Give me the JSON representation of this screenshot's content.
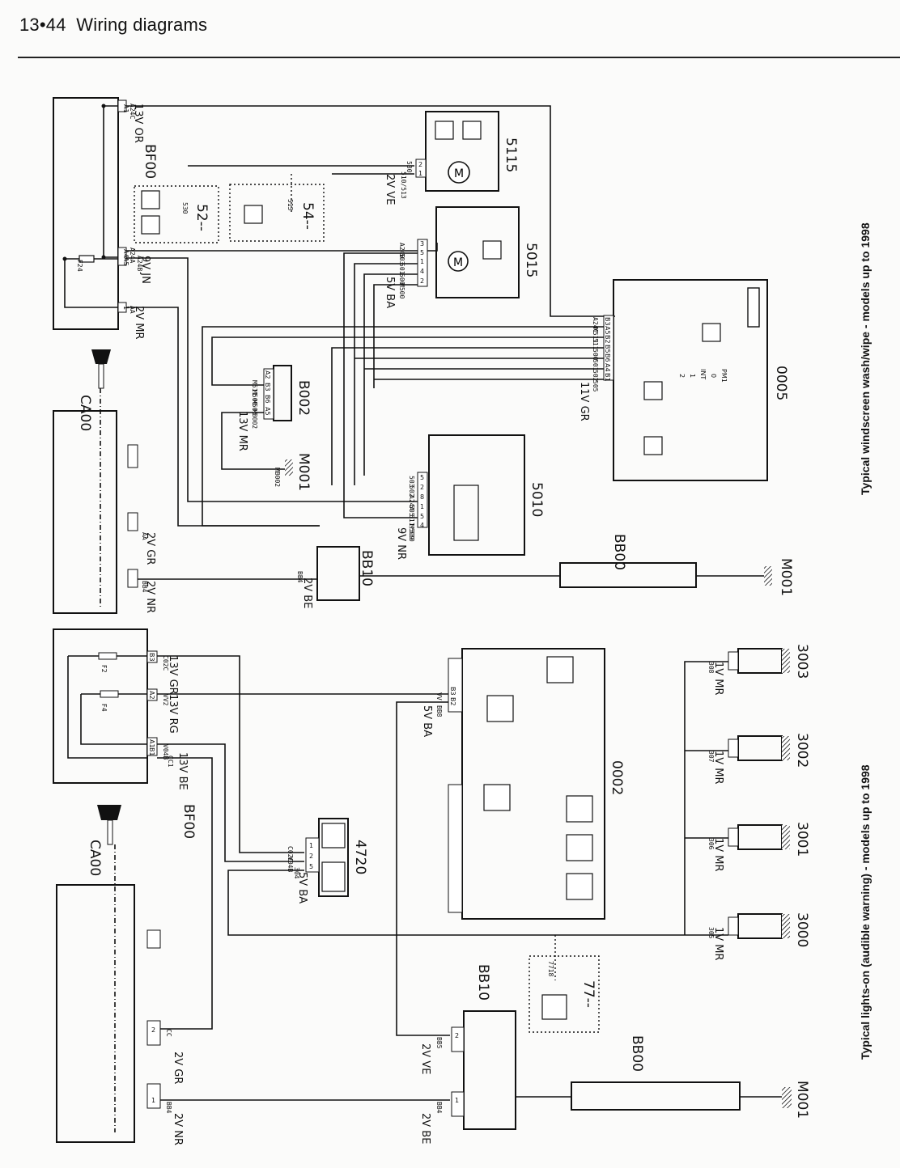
{
  "header": {
    "page_number": "13•44",
    "title": "Wiring diagrams"
  },
  "diagrams": [
    {
      "id": "wash-wipe",
      "caption": "Typical windscreen wash/wipe - models up to 1998",
      "components": {
        "fusebox": "BF00",
        "fuse": "F24",
        "ignition_switch": "CA00",
        "washer_pump": "5115",
        "wiper_motor": "5015",
        "stalk_switch": "0005",
        "interval_relay": "5010",
        "junction": "B002",
        "earth_a": "M001",
        "earth_b": "M001",
        "connector_box": "BB10",
        "battery": "BB00"
      },
      "connectors": {
        "bf00_top": "13V OR",
        "bf00_mid": "9V JN",
        "bf00_bot": "2V MR",
        "washer": "2V VE",
        "wiper": "5V BA",
        "stalk": "11V GR",
        "b002": "13V MR",
        "relay": "9V NR",
        "ca00_gr": "2V GR",
        "ca00_nr": "2V NR",
        "bb10": "2V BE"
      },
      "pins": {
        "bf00": [
          "A1",
          "A4",
          "A5",
          "1"
        ],
        "washer": [
          "2",
          "1"
        ],
        "wiper": [
          "3",
          "5",
          "1",
          "4",
          "2"
        ],
        "stalk": [
          "B3",
          "A5",
          "B2",
          "B5",
          "B6",
          "A4",
          "B1"
        ],
        "b002": [
          "A2",
          "B3",
          "B6",
          "A5"
        ],
        "relay": [
          "5",
          "2",
          "8",
          "1",
          "5",
          "4"
        ]
      },
      "wires": {
        "bf00": [
          "A24C",
          "A24A",
          "A24B",
          "AA"
        ],
        "washer": [
          "530",
          "510/513"
        ],
        "wiper": [
          "A24B",
          "503",
          "501",
          "500",
          "M500"
        ],
        "stalk": [
          "A24C",
          "M511",
          "511",
          "500",
          "501",
          "502",
          "505"
        ],
        "b002": [
          "M511",
          "M500",
          "M505",
          "MB002"
        ],
        "earth": "MB002",
        "relay": [
          "503",
          "502",
          "A24A",
          "505",
          "511/530",
          "M509"
        ],
        "ca00": [
          "AA",
          "BB4"
        ],
        "bb10": "BB4"
      },
      "refs": [
        {
          "wire": "530",
          "page": "52--"
        },
        {
          "wire": "513",
          "page": "54--"
        }
      ],
      "stalk_positions": [
        "2",
        "1",
        "INT",
        "0",
        "PM1"
      ]
    },
    {
      "id": "lights-on",
      "caption": "Typical lights-on (audible warning) - models up to 1998",
      "components": {
        "fusebox": "BF00",
        "fuses": [
          "F2",
          "F4"
        ],
        "ignition_switch": "CA00",
        "buzzer": "4720",
        "lighting_switch": "0002",
        "connector_box": "BB10",
        "battery": "BB00",
        "earth": "M001",
        "door_switches": [
          "3000",
          "3001",
          "3002",
          "3003"
        ]
      },
      "connectors": {
        "bf00_b3": "13V GR",
        "bf00_a2": "13V RG",
        "bf00_a1b1": "13V BE",
        "buzzer": "5V BA",
        "switch": "5V BA",
        "ca00_gr": "2V GR",
        "ca00_nr": "2V NR",
        "bb10_ve": "2V VE",
        "bb10_be": "2V BE",
        "door": "1V MR"
      },
      "pins": {
        "bf00": [
          "B3",
          "A2",
          "A1",
          "B1"
        ],
        "buzzer": [
          "1",
          "2",
          "5"
        ],
        "switch": [
          "B3",
          "B2"
        ],
        "ca00": [
          "2",
          "1"
        ],
        "bb10": [
          "2",
          "1"
        ],
        "door": "1"
      },
      "wires": {
        "bf00": [
          "C02C",
          "VV2",
          "V04B",
          "CC1"
        ],
        "buzzer": [
          "C02C",
          "V04B",
          "304"
        ],
        "switch": [
          "VV",
          "BB8"
        ],
        "ca00": [
          "CC",
          "BB4"
        ],
        "bb10": [
          "BB5",
          "BB4"
        ],
        "doors": [
          "305",
          "306",
          "307",
          "308"
        ]
      },
      "refs": [
        {
          "wire": "7718",
          "page": "77--"
        }
      ]
    }
  ]
}
